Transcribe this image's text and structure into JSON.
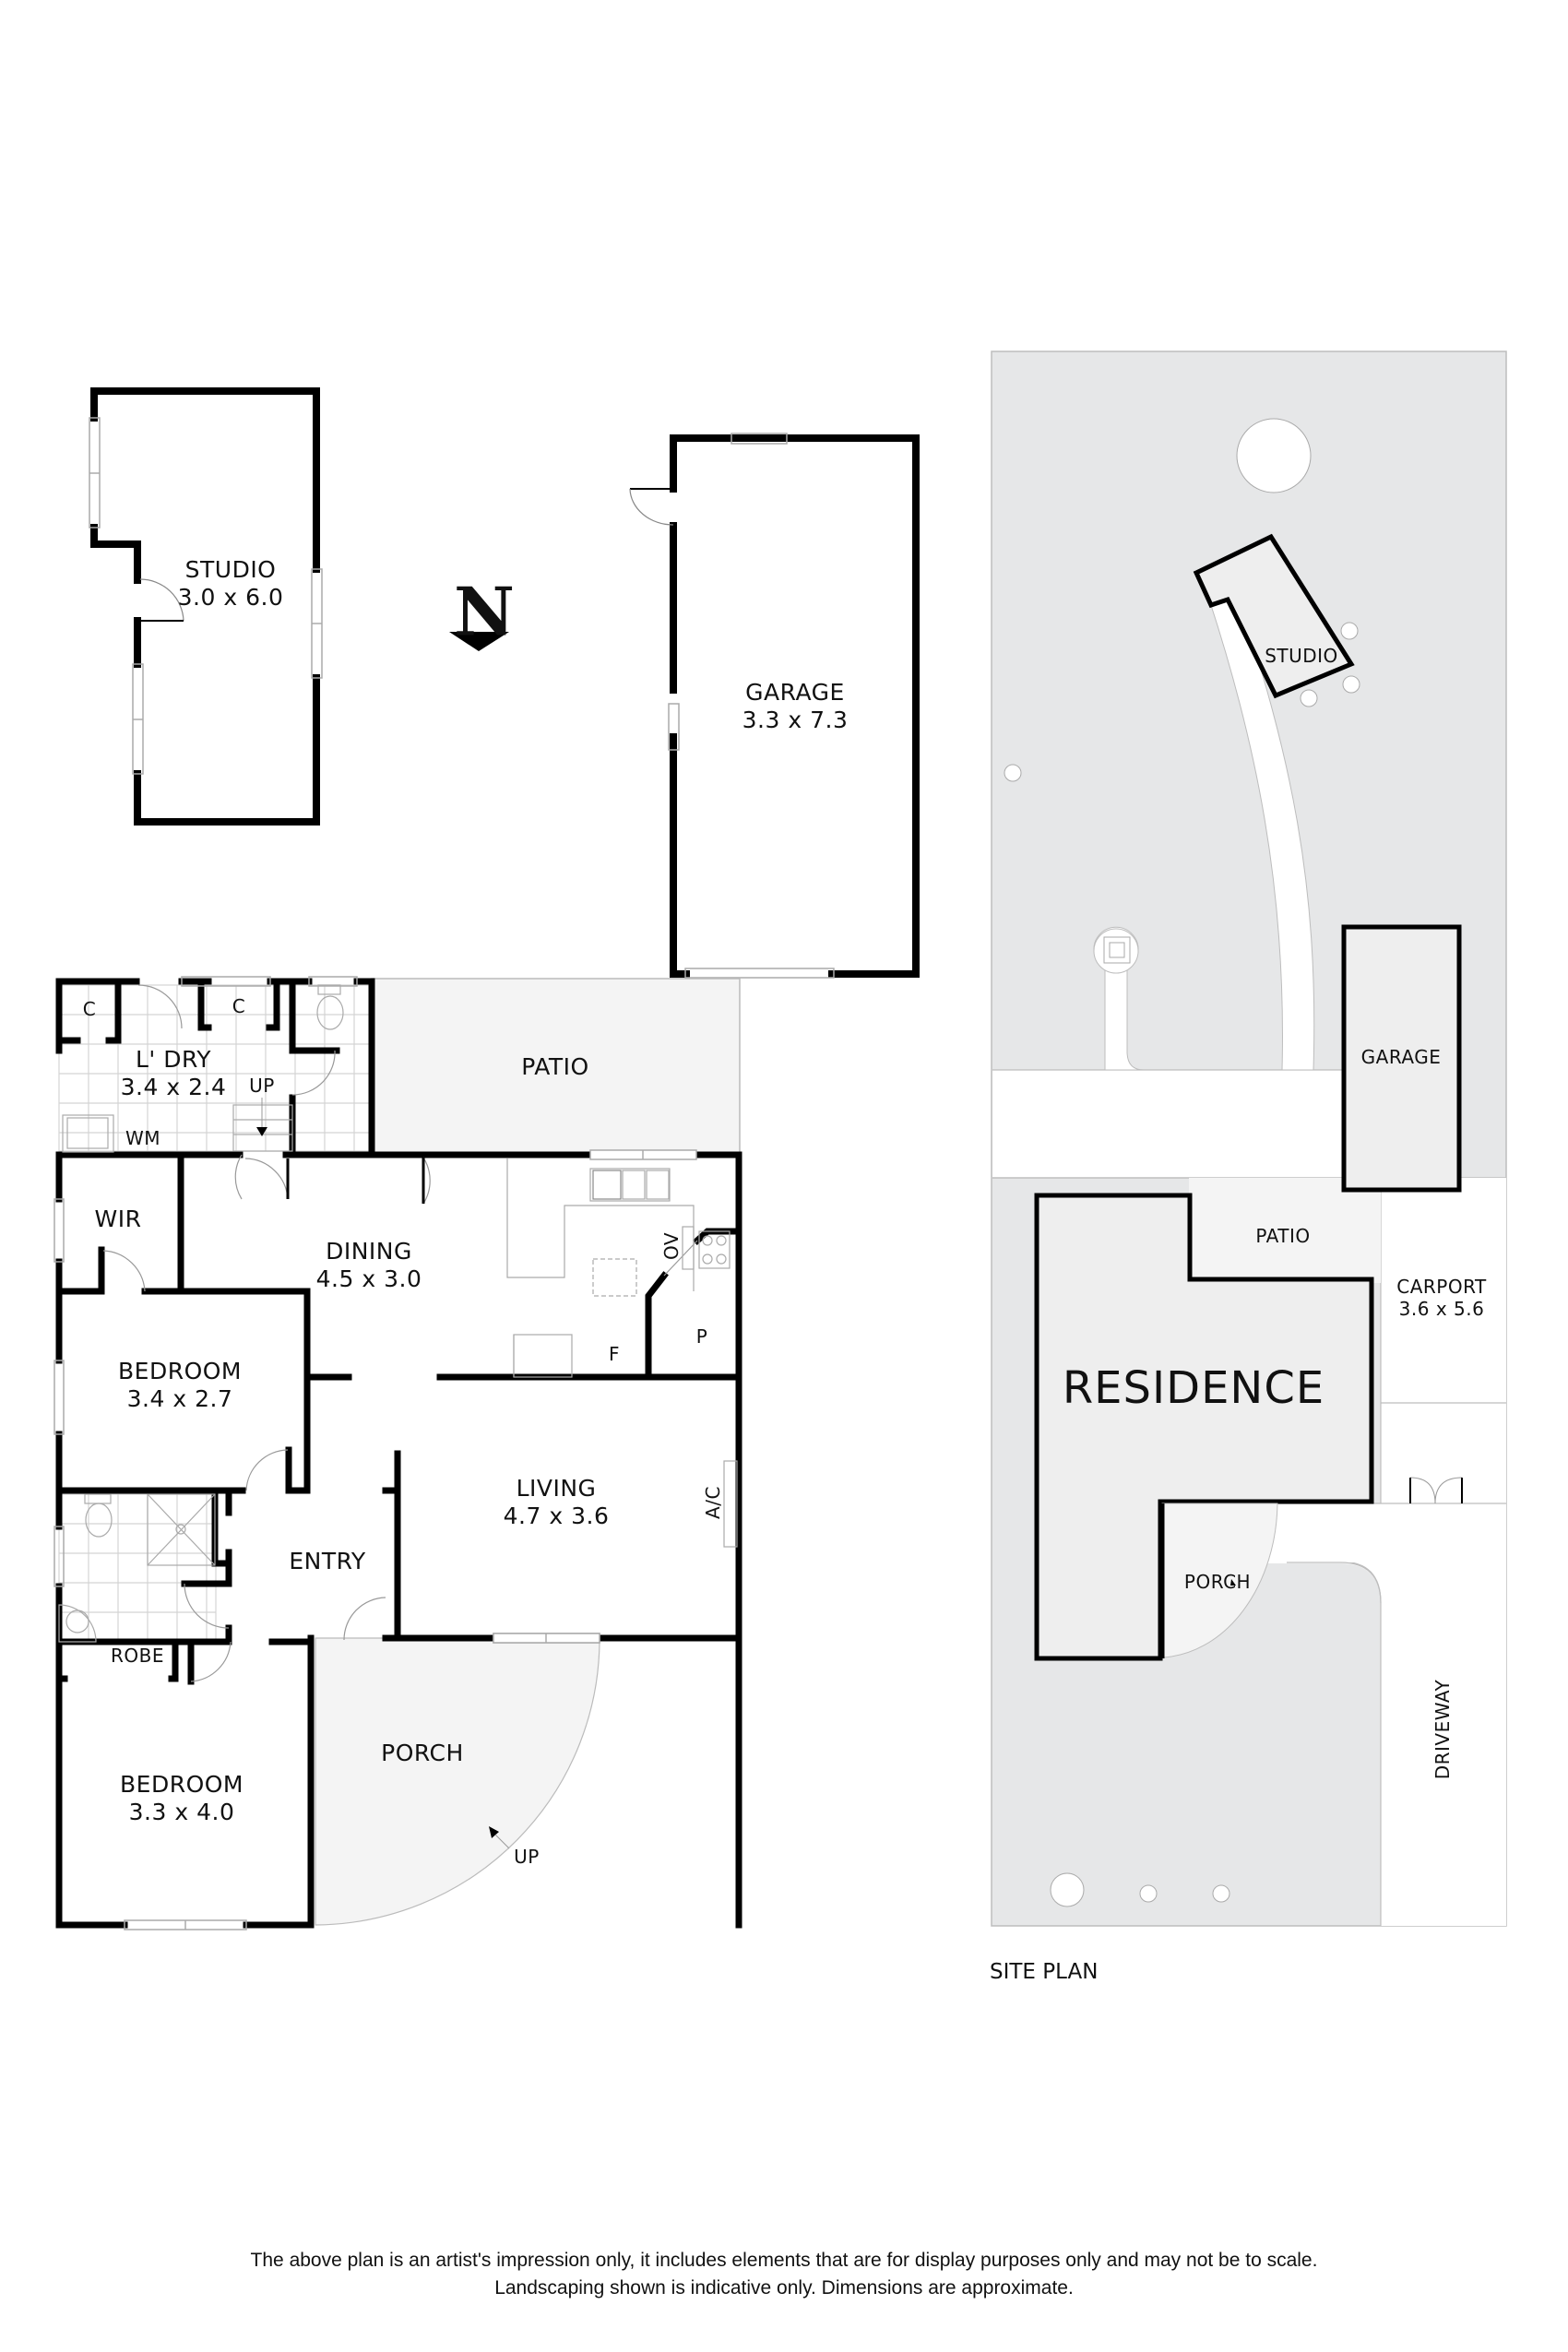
{
  "compass": {
    "letter": "N",
    "arrow": "south-pointing-triangle"
  },
  "floor_plan": {
    "rooms": {
      "studio": {
        "name": "STUDIO",
        "dims": "3.0 x 6.0"
      },
      "garage": {
        "name": "GARAGE",
        "dims": "3.3 x 7.3"
      },
      "laundry": {
        "name": "L' DRY",
        "dims": "3.4 x 2.4"
      },
      "cupboard_1": {
        "name": "C"
      },
      "cupboard_2": {
        "name": "C"
      },
      "washing_machine": {
        "name": "WM"
      },
      "stairs_up": {
        "name": "UP"
      },
      "patio": {
        "name": "PATIO"
      },
      "wir": {
        "name": "WIR"
      },
      "dining": {
        "name": "DINING",
        "dims": "4.5 x 3.0"
      },
      "oven": {
        "name": "OV"
      },
      "fridge": {
        "name": "F"
      },
      "pantry": {
        "name": "P"
      },
      "bedroom_1": {
        "name": "BEDROOM",
        "dims": "3.4 x 2.7"
      },
      "living": {
        "name": "LIVING",
        "dims": "4.7 x 3.6"
      },
      "air_con": {
        "name": "A/C"
      },
      "entry": {
        "name": "ENTRY"
      },
      "robe": {
        "name": "ROBE"
      },
      "bedroom_2": {
        "name": "BEDROOM",
        "dims": "3.3 x 4.0"
      },
      "porch": {
        "name": "PORCH"
      },
      "porch_up": {
        "name": "UP"
      }
    }
  },
  "site_plan": {
    "title": "SITE PLAN",
    "labels": {
      "studio": "STUDIO",
      "garage": "GARAGE",
      "patio": "PATIO",
      "carport": "CARPORT",
      "carport_dims": "3.6 x 5.6",
      "residence": "RESIDENCE",
      "porch": "PORCH",
      "driveway": "DRIVEWAY"
    },
    "colors": {
      "lawn": "#e6e7e8",
      "building": "#eeeeee",
      "paving": "#ffffff",
      "outline": "#bdbdbd"
    }
  },
  "footer": {
    "line1": "The above plan is an artist's impression only, it includes elements that are for display purposes only and may not be to scale.",
    "line2": "Landscaping shown is indicative only. Dimensions are approximate."
  }
}
